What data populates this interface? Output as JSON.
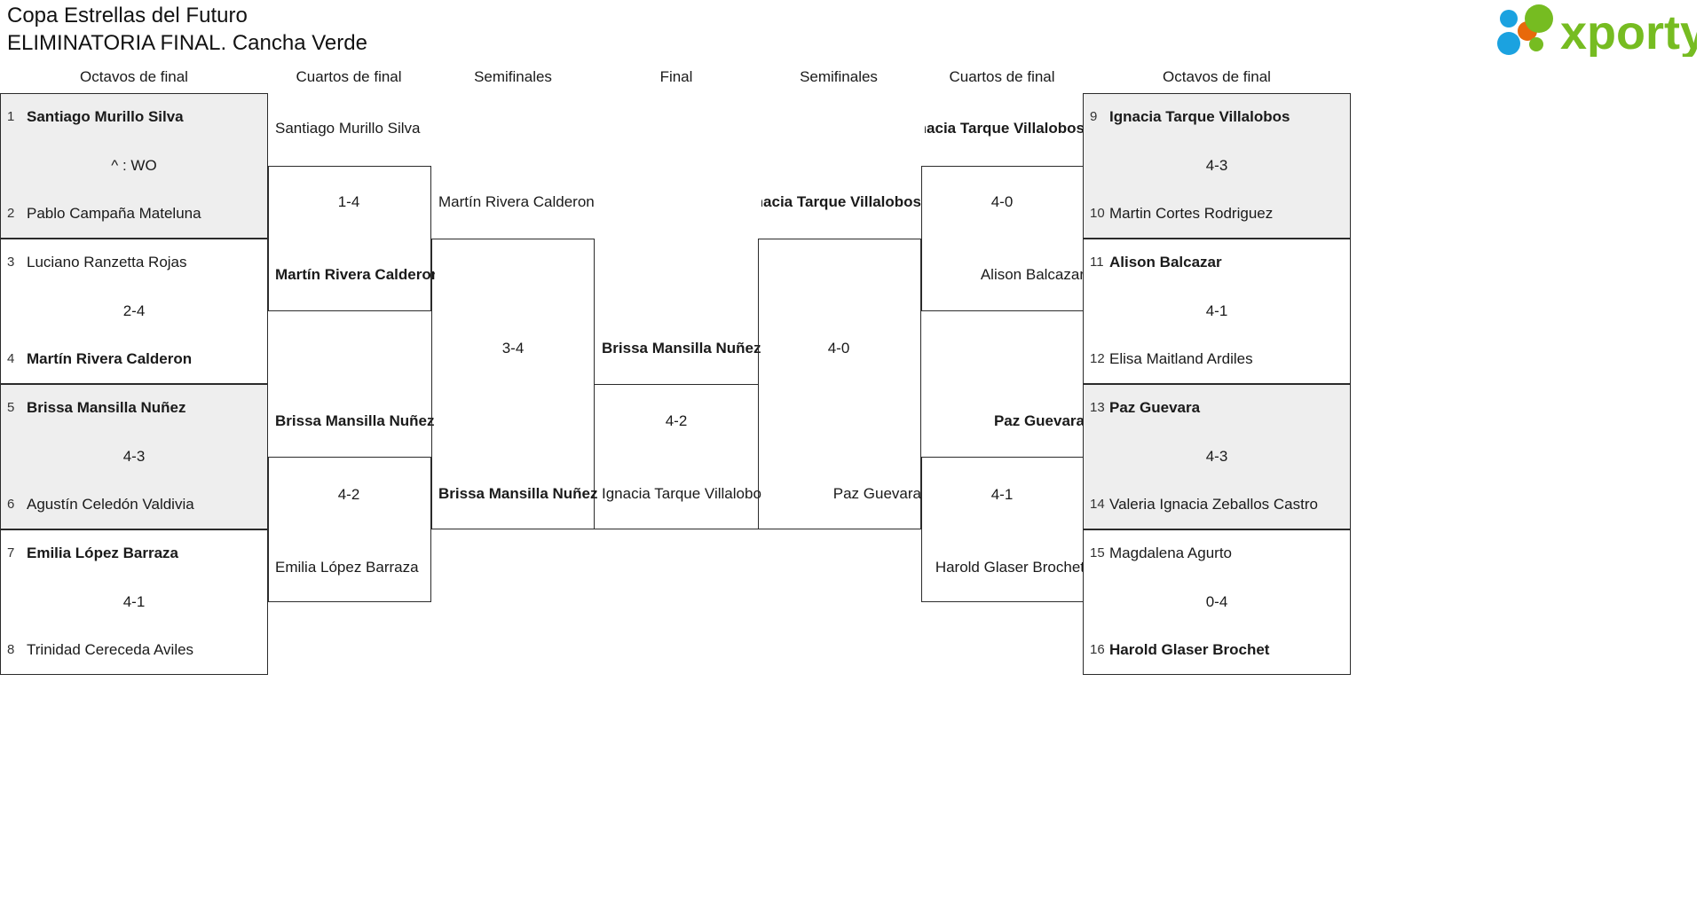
{
  "header": {
    "title_line1": "Copa Estrellas del Futuro",
    "title_line2": "ELIMINATORIA FINAL. Cancha Verde",
    "logo_text": "xporty",
    "logo_colors": {
      "green": "#76bc21",
      "blue": "#1ba2e0",
      "orange": "#e8690b"
    }
  },
  "round_headers": {
    "left_r16": "Octavos de final",
    "left_qf": "Cuartos de final",
    "left_sf": "Semifinales",
    "final": "Final",
    "right_sf": "Semifinales",
    "right_qf": "Cuartos de final",
    "right_r16": "Octavos de final"
  },
  "left": {
    "r16": [
      {
        "top": {
          "seed": "1",
          "name": "Santiago Murillo Silva",
          "winner": true
        },
        "bottom": {
          "seed": "2",
          "name": "Pablo Campaña Mateluna",
          "winner": false
        },
        "score": "^ : WO",
        "shaded": true
      },
      {
        "top": {
          "seed": "3",
          "name": "Luciano Ranzetta Rojas",
          "winner": false
        },
        "bottom": {
          "seed": "4",
          "name": "Martín Rivera Calderon",
          "winner": true
        },
        "score": "2-4",
        "shaded": false
      },
      {
        "top": {
          "seed": "5",
          "name": "Brissa Mansilla Nuñez",
          "winner": true
        },
        "bottom": {
          "seed": "6",
          "name": "Agustín Celedón Valdivia",
          "winner": false
        },
        "score": "4-3",
        "shaded": true
      },
      {
        "top": {
          "seed": "7",
          "name": "Emilia López Barraza",
          "winner": true
        },
        "bottom": {
          "seed": "8",
          "name": "Trinidad Cereceda Aviles",
          "winner": false
        },
        "score": "4-1",
        "shaded": false
      }
    ],
    "qf": [
      {
        "top": {
          "name": "Santiago Murillo Silva",
          "winner": false
        },
        "bottom": {
          "name": "Martín Rivera Calderon",
          "winner": true
        },
        "score": "1-4"
      },
      {
        "top": {
          "name": "Brissa Mansilla Nuñez",
          "winner": true
        },
        "bottom": {
          "name": "Emilia López Barraza",
          "winner": false
        },
        "score": "4-2"
      }
    ],
    "sf": [
      {
        "top": {
          "name": "Martín Rivera Calderon",
          "winner": false
        },
        "bottom": {
          "name": "Brissa Mansilla Nuñez",
          "winner": true
        },
        "score": "3-4"
      }
    ]
  },
  "final": {
    "top": {
      "name": "Brissa Mansilla Nuñez",
      "winner": true
    },
    "bottom": {
      "name": "Ignacia Tarque Villalobos",
      "winner": false
    },
    "score": "4-2"
  },
  "right": {
    "sf": [
      {
        "top": {
          "name": "Ignacia Tarque Villalobos",
          "winner": true
        },
        "bottom": {
          "name": "Paz Guevara",
          "winner": false
        },
        "score": "4-0"
      }
    ],
    "qf": [
      {
        "top": {
          "name": "Ignacia Tarque Villalobos",
          "winner": true
        },
        "bottom": {
          "name": "Alison Balcazar",
          "winner": false
        },
        "score": "4-0"
      },
      {
        "top": {
          "name": "Paz Guevara",
          "winner": true
        },
        "bottom": {
          "name": "Harold Glaser Brochet",
          "winner": false
        },
        "score": "4-1"
      }
    ],
    "r16": [
      {
        "top": {
          "seed": "9",
          "name": "Ignacia Tarque Villalobos",
          "winner": true
        },
        "bottom": {
          "seed": "10",
          "name": "Martin Cortes Rodriguez",
          "winner": false
        },
        "score": "4-3",
        "shaded": true
      },
      {
        "top": {
          "seed": "11",
          "name": "Alison Balcazar",
          "winner": true
        },
        "bottom": {
          "seed": "12",
          "name": "Elisa Maitland Ardiles",
          "winner": false
        },
        "score": "4-1",
        "shaded": false
      },
      {
        "top": {
          "seed": "13",
          "name": "Paz Guevara",
          "winner": true
        },
        "bottom": {
          "seed": "14",
          "name": "Valeria Ignacia Zeballos Castro",
          "winner": false
        },
        "score": "4-3",
        "shaded": true
      },
      {
        "top": {
          "seed": "15",
          "name": "Magdalena Agurto",
          "winner": false
        },
        "bottom": {
          "seed": "16",
          "name": "Harold Glaser Brochet",
          "winner": true
        },
        "score": "0-4",
        "shaded": false
      }
    ]
  }
}
